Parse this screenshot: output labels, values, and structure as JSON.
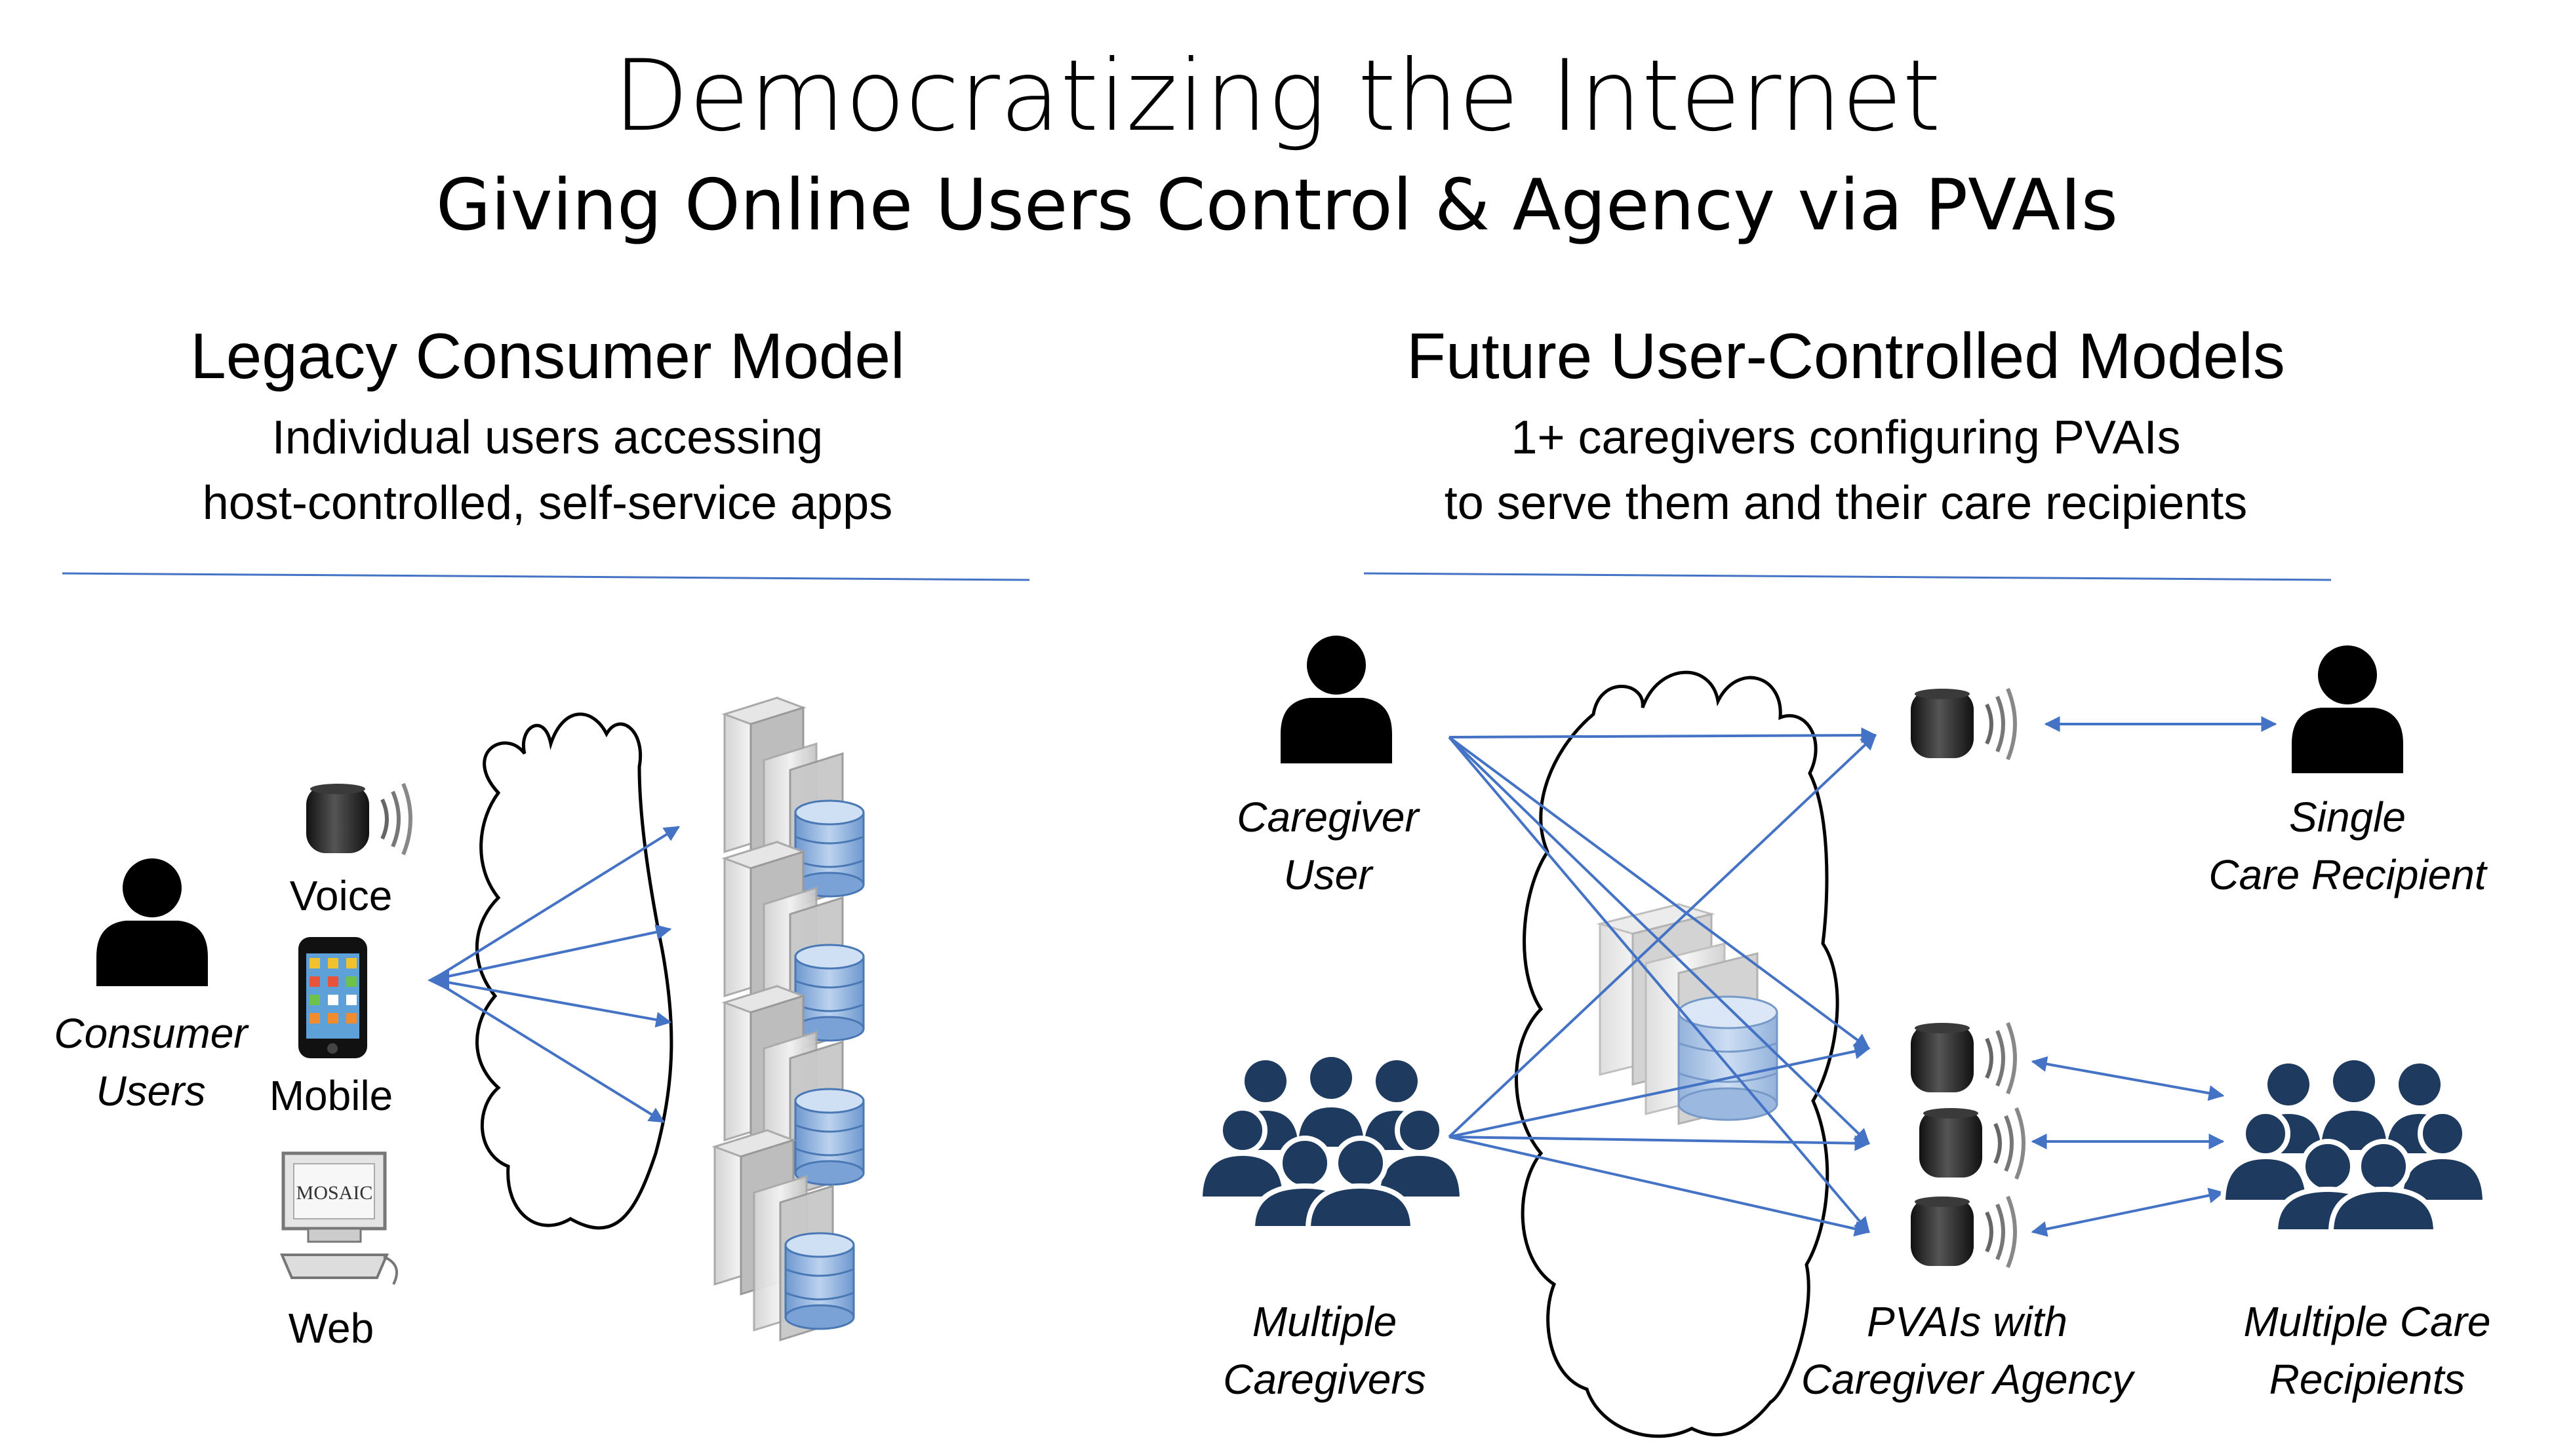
{
  "header": {
    "title": "Democratizing the Internet",
    "subtitle": "Giving Online Users Control & Agency via PVAIs"
  },
  "legacy": {
    "title": "Legacy Consumer Model",
    "desc_line1": "Individual users accessing",
    "desc_line2": "host-controlled, self-service apps",
    "user_label_line1": "Consumer",
    "user_label_line2": "Users",
    "channels": {
      "voice": "Voice",
      "mobile": "Mobile",
      "web": "Web"
    },
    "mosaic_logo_text": "MOSAIC"
  },
  "future": {
    "title": "Future User-Controlled Models",
    "desc_line1": "1+ caregivers configuring PVAIs",
    "desc_line2": "to serve them and their care recipients",
    "caregiver_user_line1": "Caregiver",
    "caregiver_user_line2": "User",
    "single_recipient_line1": "Single",
    "single_recipient_line2": "Care Recipient",
    "multiple_caregivers_line1": "Multiple",
    "multiple_caregivers_line2": "Caregivers",
    "pvais_line1": "PVAIs with",
    "pvais_line2": "Caregiver Agency",
    "multiple_recipients_line1": "Multiple Care",
    "multiple_recipients_line2": "Recipients"
  },
  "colors": {
    "arrow": "#4472C4",
    "divider": "#4472C4",
    "group_icon": "#1F3A5F",
    "person_icon": "#000000",
    "db_blue": "#8EB4E3"
  }
}
